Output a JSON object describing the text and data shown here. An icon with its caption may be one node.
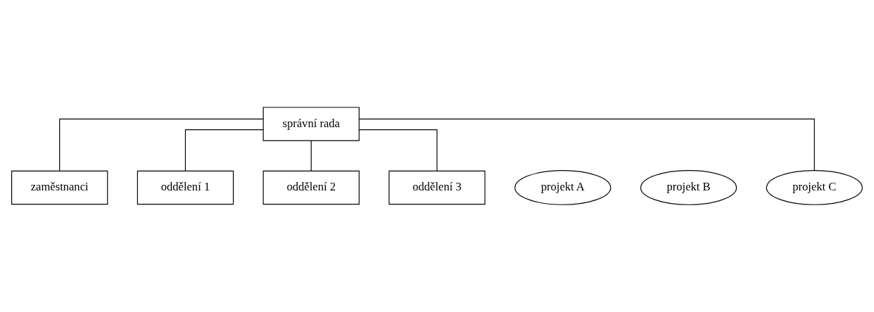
{
  "diagram": {
    "nodes": [
      {
        "text": [
          "správní rada"
        ]
      },
      {
        "text": [
          "zaměstnanci"
        ]
      },
      {
        "text": [
          "oddělení 1"
        ]
      },
      {
        "text": [
          "oddělení 2"
        ]
      },
      {
        "text": [
          "oddělení 3"
        ]
      },
      {
        "text": [
          "projekt A"
        ]
      },
      {
        "text": [
          "projekt B"
        ]
      },
      {
        "text": [
          "projekt C"
        ]
      }
    ],
    "edges": [
      {
        "from": 0,
        "to": 1,
        "arrow": "none"
      },
      {
        "from": 0,
        "to": 2,
        "arrow": "none"
      },
      {
        "from": 0,
        "to": 3,
        "arrow": "none"
      },
      {
        "from": 0,
        "to": 4,
        "arrow": "none"
      },
      {
        "from": 0,
        "to": 7,
        "arrow": "none"
      }
    ]
  }
}
